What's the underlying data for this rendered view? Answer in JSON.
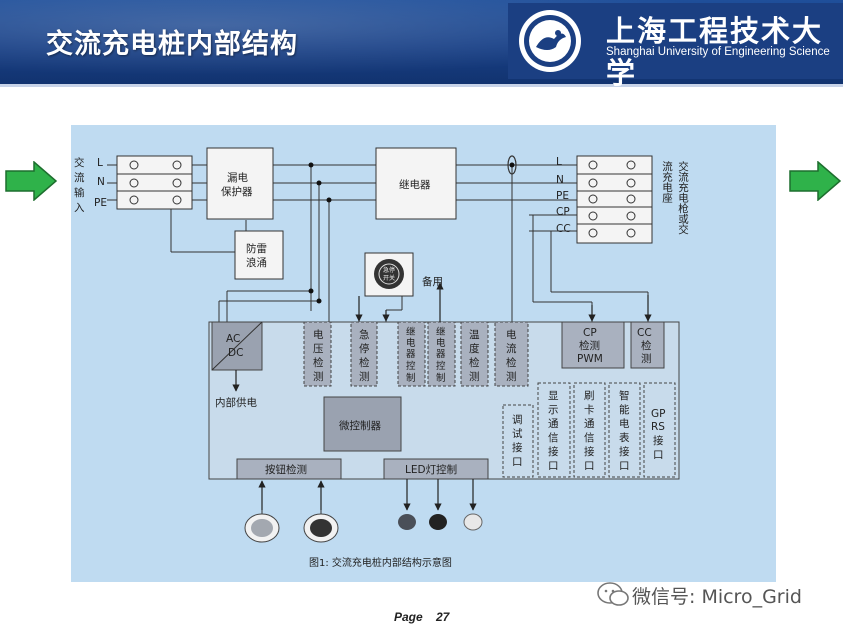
{
  "header": {
    "title": "交流充电桩内部结构",
    "university_cn": "上海工程技术大学",
    "university_en": "Shanghai University of Engineering Science"
  },
  "diagram": {
    "input_label": [
      "交",
      "流",
      "输",
      "入"
    ],
    "input_lines": [
      "L",
      "N",
      "PE"
    ],
    "output_lines": [
      "L",
      "N",
      "PE",
      "CP",
      "CC"
    ],
    "socket_label": [
      "交流充电枪或交流充电座"
    ],
    "leakage_breaker": [
      "漏电",
      "保护器"
    ],
    "surge": [
      "防雷",
      "浪涌"
    ],
    "relay": "继电器",
    "estop_switch": [
      "急停",
      "开关"
    ],
    "spare": "备用",
    "acdc": [
      "AC",
      "DC"
    ],
    "internal_power": "内部供电",
    "detect_blocks": [
      [
        "电",
        "压",
        "检",
        "测"
      ],
      [
        "急",
        "停",
        "检",
        "测"
      ],
      [
        "继",
        "电",
        "器",
        "控",
        "制"
      ],
      [
        "继",
        "电",
        "器",
        "控",
        "制"
      ],
      [
        "温",
        "度",
        "检",
        "测"
      ],
      [
        "电",
        "流",
        "检",
        "测"
      ]
    ],
    "cp_block": [
      "CP",
      "检测",
      "PWM"
    ],
    "cc_block": [
      "CC",
      "检",
      "测"
    ],
    "mcu": "微控制器",
    "interfaces": [
      [
        "调",
        "试",
        "接",
        "口"
      ],
      [
        "显",
        "示",
        "通",
        "信",
        "接",
        "口"
      ],
      [
        "刷",
        "卡",
        "通",
        "信",
        "接",
        "口"
      ],
      [
        "智",
        "能",
        "电",
        "表",
        "接",
        "口"
      ],
      [
        "GP",
        "RS",
        "接",
        "口"
      ]
    ],
    "button_detect": "按钮检测",
    "led_control": "LED灯控制",
    "caption": "图1: 交流充电桩内部结构示意图"
  },
  "footer": {
    "page_label": "Page",
    "page_number": "27",
    "watermark": "微信号: Micro_Grid"
  },
  "colors": {
    "header_blue": "#173f86",
    "panel_blue": "#bfdbf1",
    "arrow_green": "#2fb24a",
    "block_gray": "#a9b1bf"
  }
}
